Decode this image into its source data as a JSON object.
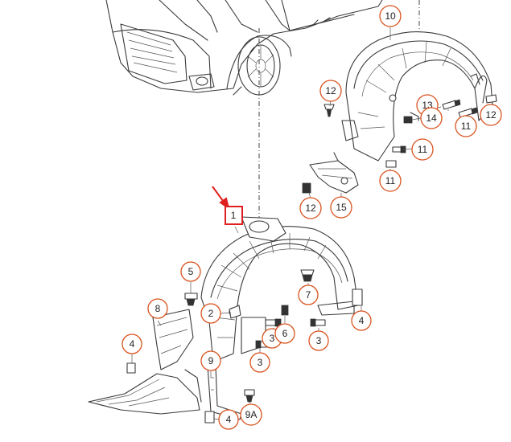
{
  "diagram": {
    "callouts": [
      {
        "id": "c10",
        "label": "10"
      },
      {
        "id": "c12a",
        "label": "12"
      },
      {
        "id": "c13",
        "label": "13"
      },
      {
        "id": "c14",
        "label": "14"
      },
      {
        "id": "c11a",
        "label": "11"
      },
      {
        "id": "c12b",
        "label": "12"
      },
      {
        "id": "c11b",
        "label": "11"
      },
      {
        "id": "c11c",
        "label": "11"
      },
      {
        "id": "c12c",
        "label": "12"
      },
      {
        "id": "c15",
        "label": "15"
      },
      {
        "id": "c1",
        "label": "1"
      },
      {
        "id": "c5",
        "label": "5"
      },
      {
        "id": "c8",
        "label": "8"
      },
      {
        "id": "c2",
        "label": "2"
      },
      {
        "id": "c7",
        "label": "7"
      },
      {
        "id": "c3a",
        "label": "3"
      },
      {
        "id": "c6",
        "label": "6"
      },
      {
        "id": "c4a",
        "label": "4"
      },
      {
        "id": "c3b",
        "label": "3"
      },
      {
        "id": "c4b",
        "label": "4"
      },
      {
        "id": "c3c",
        "label": "3"
      },
      {
        "id": "c9",
        "label": "9"
      },
      {
        "id": "c9a",
        "label": "9A"
      },
      {
        "id": "c4c",
        "label": "4"
      }
    ],
    "highlight_color": "#e02020",
    "callout_color": "#d9531e"
  }
}
